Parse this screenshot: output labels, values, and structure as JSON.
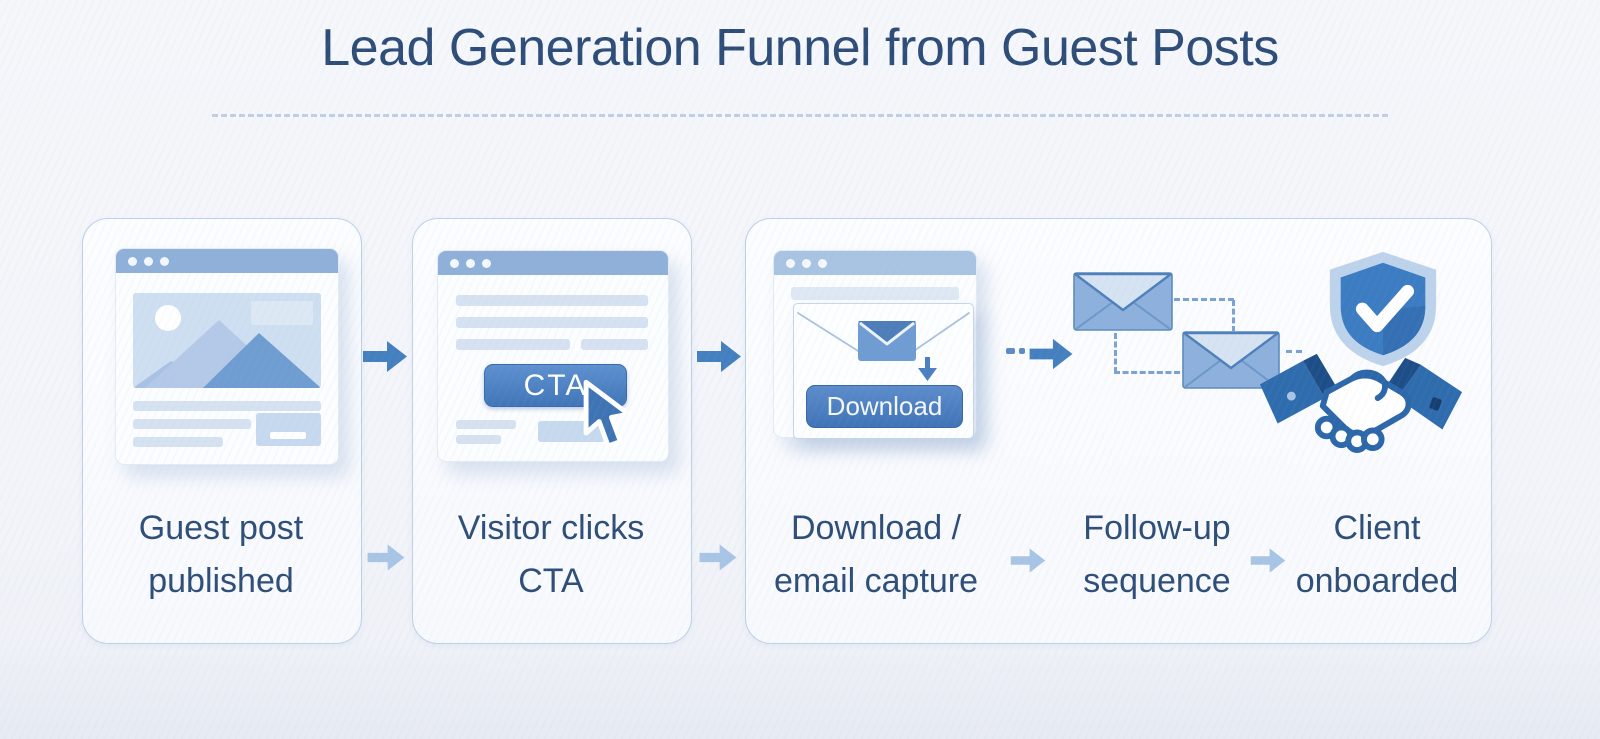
{
  "title": "Lead Generation Funnel from Guest Posts",
  "stages": [
    {
      "name": "guest-post-published",
      "label": "Guest post\npublished"
    },
    {
      "name": "visitor-clicks-cta",
      "label": "Visitor clicks\nCTA"
    },
    {
      "name": "download-email-capture",
      "label": "Download /\nemail capture"
    },
    {
      "name": "follow-up-sequence",
      "label": "Follow-up\nsequence"
    },
    {
      "name": "client-onboarded",
      "label": "Client\nonboarded"
    }
  ],
  "buttons": {
    "cta": "CTA",
    "download": "Download"
  },
  "colors": {
    "background": "#f3f5f9",
    "title_text": "#2d4d78",
    "label_text": "#2e4e78",
    "card_border": "#bdd1ea",
    "divider_dash": "#bed0e8",
    "browser_bar": "#8fb0d9",
    "browser_bar_light": "#a9c3e2",
    "arrow_dark": "#4480c0",
    "arrow_light": "#a8c5e5",
    "button_blue": "#4076b8",
    "envelope_body": "#8db1dc",
    "envelope_flap": "#d6e3f2",
    "shield_inner": "#3c7cc2",
    "shield_outer": "#bdd3ec",
    "handshake_sleeve": "#2e6cae"
  },
  "icons": [
    "browser-window-icon",
    "image-placeholder-icon",
    "cta-button",
    "cursor-icon",
    "envelope-download-icon",
    "download-arrow-icon",
    "envelope-icon",
    "dashed-connector",
    "shield-check-icon",
    "handshake-icon",
    "arrow-right-icon"
  ]
}
